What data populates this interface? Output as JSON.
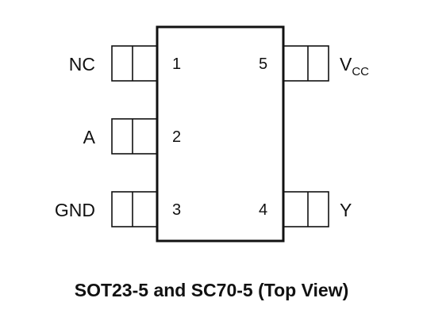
{
  "caption": "SOT23-5 and SC70-5 (Top View)",
  "pins": {
    "p1": {
      "number": "1",
      "signal": "NC"
    },
    "p2": {
      "number": "2",
      "signal": "A"
    },
    "p3": {
      "number": "3",
      "signal": "GND"
    },
    "p4": {
      "number": "4",
      "signal": "Y"
    },
    "p5": {
      "number": "5",
      "signal_main": "V",
      "signal_sub": "CC"
    }
  }
}
